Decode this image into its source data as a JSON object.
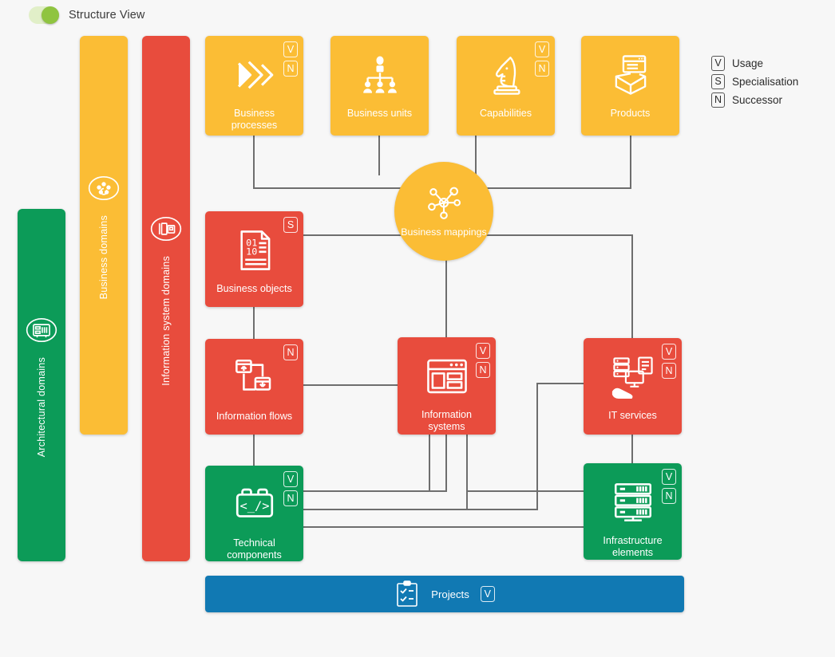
{
  "toggle": {
    "label": "Structure View",
    "state": "on",
    "accent": "#8fc440"
  },
  "legend": {
    "items": [
      {
        "badge": "V",
        "label": "Usage"
      },
      {
        "badge": "S",
        "label": "Specialisation"
      },
      {
        "badge": "N",
        "label": "Successor"
      }
    ]
  },
  "colors": {
    "orange": "#fbbd35",
    "red": "#e84c3d",
    "green": "#0c9b58",
    "blue": "#1179b3",
    "line": "#6e6e6e",
    "background": "#f7f7f7"
  },
  "domain_bars": [
    {
      "id": "architectural-domains",
      "label": "Architectural domains",
      "color": "#0c9b58",
      "icon": "server-rack-circle-icon"
    },
    {
      "id": "business-domains",
      "label": "Business domains",
      "color": "#fbbd35",
      "icon": "people-cluster-circle-icon"
    },
    {
      "id": "information-system-domains",
      "label": "Information system domains",
      "color": "#e84c3d",
      "icon": "system-stack-circle-icon"
    }
  ],
  "hub": {
    "label": "Business mappings",
    "icon": "network-hub-icon",
    "color": "#fbbd35"
  },
  "cards": [
    {
      "id": "business-processes",
      "label": "Business processes",
      "color": "#fbbd35",
      "icon": "chevrons-right-icon",
      "badges": [
        "V",
        "N"
      ]
    },
    {
      "id": "business-units",
      "label": "Business units",
      "color": "#fbbd35",
      "icon": "org-chart-icon",
      "badges": []
    },
    {
      "id": "capabilities",
      "label": "Capabilities",
      "color": "#fbbd35",
      "icon": "chess-knight-icon",
      "badges": [
        "V",
        "N"
      ]
    },
    {
      "id": "products",
      "label": "Products",
      "color": "#fbbd35",
      "icon": "open-box-icon",
      "badges": []
    },
    {
      "id": "business-objects",
      "label": "Business objects",
      "color": "#e84c3d",
      "icon": "data-document-icon",
      "badges": [
        "S"
      ]
    },
    {
      "id": "information-flows",
      "label": "Information flows",
      "color": "#e84c3d",
      "icon": "data-exchange-icon",
      "badges": [
        "N"
      ]
    },
    {
      "id": "information-systems",
      "label": "Information systems",
      "color": "#e84c3d",
      "icon": "app-window-icon",
      "badges": [
        "V",
        "N"
      ]
    },
    {
      "id": "it-services",
      "label": "IT services",
      "color": "#e84c3d",
      "icon": "it-support-hand-icon",
      "badges": [
        "V",
        "N"
      ]
    },
    {
      "id": "technical-components",
      "label": "Technical components",
      "color": "#0c9b58",
      "icon": "code-toolbox-icon",
      "badges": [
        "V",
        "N"
      ]
    },
    {
      "id": "infrastructure-elements",
      "label": "Infrastructure elements",
      "color": "#0c9b58",
      "icon": "server-rack-icon",
      "badges": [
        "V",
        "N"
      ]
    }
  ],
  "projects": {
    "label": "Projects",
    "badge": "V",
    "color": "#1179b3",
    "icon": "clipboard-check-icon"
  }
}
